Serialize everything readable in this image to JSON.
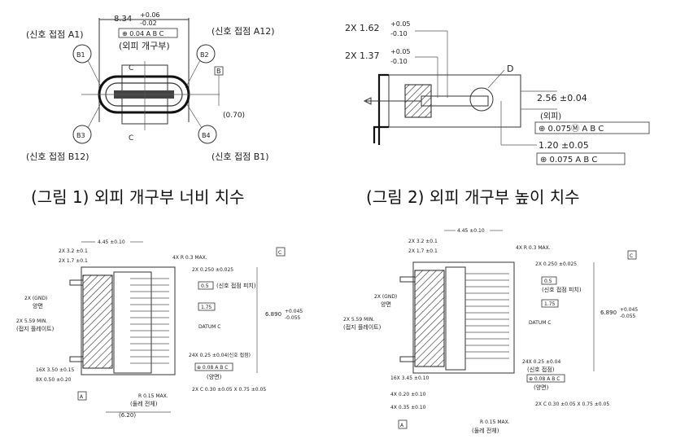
{
  "fig1": {
    "caption": "(그림 1) 외피 개구부 너비 치수",
    "labels": {
      "a1": "(신호 접점 A1)",
      "a12": "(신호 접점 A12)",
      "b12": "(신호 접점 B12)",
      "b1": "(신호 접점 B1)",
      "width_dim": "8.34",
      "width_tol_plus": "+0.06",
      "width_tol_minus": "-0.02",
      "fcf": "⊕ 0.04 A B C",
      "opening": "(외피 개구부)",
      "b1_bubble": "B1",
      "b2_bubble": "B2",
      "b3_bubble": "B3",
      "b4_bubble": "B4",
      "datum_b": "B",
      "datum_c_top": "C",
      "datum_c_bottom": "C",
      "ref_070": "(0.70)"
    }
  },
  "fig2": {
    "caption": "(그림 2) 외피 개구부 높이 치수",
    "labels": {
      "d1_prefix": "2X 1.62",
      "d1_plus": "+0.05",
      "d1_minus": "-0.10",
      "d2_prefix": "2X 1.37",
      "d2_plus": "+0.05",
      "d2_minus": "-0.10",
      "detail": "D",
      "h_dim": "2.56 ±0.04",
      "h_note": "(외피)",
      "fcf1": "⊕ 0.075Ⓜ A B C",
      "d3": "1.20 ±0.05",
      "fcf2": "⊕ 0.075 A B C"
    }
  },
  "fig3": {
    "labels": {
      "top": "4.45 ±0.10",
      "l1": "2X 3.2 ±0.1",
      "l2": "2X 1.7 ±0.1",
      "r03": "4X R 0.3 MAX.",
      "r0250": "2X 0.250 ±0.025",
      "pitch_box": "0.5",
      "pitch": "(신호 접점 피치)",
      "box175": "1.75",
      "gnd": "2X (GND)",
      "both": "양면",
      "min559": "2X 5.59 MIN.",
      "plate": "(접지 플레이트)",
      "datum_c": "DATUM C",
      "h6890": "6.890",
      "h_plus": "+0.045",
      "h_minus": "-0.055",
      "c_box": "C",
      "c24": "24X  0.25 ±0.04(신호 접점)",
      "fcf": "⊕ 0.08 A B C",
      "both2": "(양면)",
      "l16": "16X 3.50 ±0.15",
      "l8": "8X 0.50 ±0.20",
      "a_box": "A",
      "r015": "R 0.15 MAX.",
      "around": "(둘레 전체)",
      "chamfer": "2X C 0.30 ±0.05 X 0.75 ±0.05",
      "w620": "(6.20)"
    }
  },
  "fig4": {
    "labels": {
      "top": "4.45 ±0.10",
      "l1": "2X 3.2 ±0.1",
      "l2": "2X 1.7 ±0.1",
      "r03": "4X R 0.3 MAX.",
      "r0250": "2X 0.250 ±0.025",
      "pitch_box": "0.5",
      "pitch": "(신호 접점 피치)",
      "box175": "1.75",
      "gnd": "2X (GND)",
      "both": "양면",
      "min559": "2X 5.59 MIN.",
      "plate": "(접지 플레이트)",
      "datum_c": "DATUM C",
      "h6890": "6.890",
      "h_plus": "+0.045",
      "h_minus": "-0.055",
      "c_box": "C",
      "c24": "24X  0.25 ±0.04",
      "c24b": "(신호 접점)",
      "fcf": "⊕ 0.08 A B C",
      "both2": "(양면)",
      "l16": "16X 3.45 ±0.10",
      "l4a": "4X 0.20 ±0.10",
      "l4b": "4X 0.35 ±0.10",
      "a_box": "A",
      "r015": "R 0.15 MAX.",
      "around": "(둘레 전체)",
      "chamfer": "2X C 0.30 ±0.05 X 0.75 ±0.05"
    }
  }
}
